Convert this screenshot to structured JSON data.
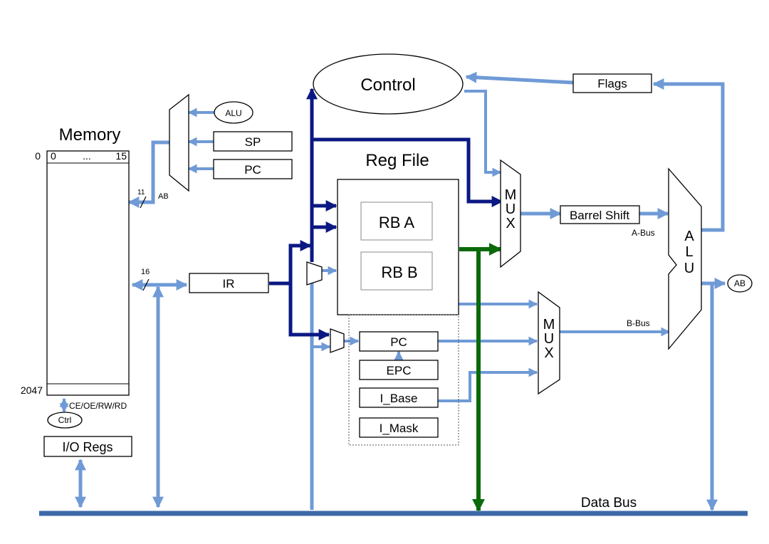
{
  "labels": {
    "control": "Control",
    "flags": "Flags",
    "memory": "Memory",
    "mem_addr_start": "0",
    "mem_col_start": "0",
    "mem_col_dots": "...",
    "mem_col_end": "15",
    "mem_addr_end": "2047",
    "addr_width": "11",
    "ab": "AB",
    "data_width": "16",
    "mem_signals": "CE/OE/RW/RD",
    "ctrl": "Ctrl",
    "io_regs": "I/O Regs",
    "alu_small": "ALU",
    "sp": "SP",
    "pc_top": "PC",
    "ir": "IR",
    "reg_file": "Reg File",
    "rb_a": "RB A",
    "rb_b": "RB B",
    "pc": "PC",
    "epc": "EPC",
    "i_base": "I_Base",
    "i_mask": "I_Mask",
    "mux": "MUX",
    "barrel_shift": "Barrel Shift",
    "a_bus": "A-Bus",
    "b_bus": "B-Bus",
    "alu": "ALU",
    "ab_out": "AB",
    "data_bus": "Data Bus"
  },
  "colors": {
    "light_bus": "#6f9ad6",
    "dark_bus": "#0b1883",
    "green_bus": "#0a6a0a",
    "data_bus": "#3d6aa8"
  }
}
